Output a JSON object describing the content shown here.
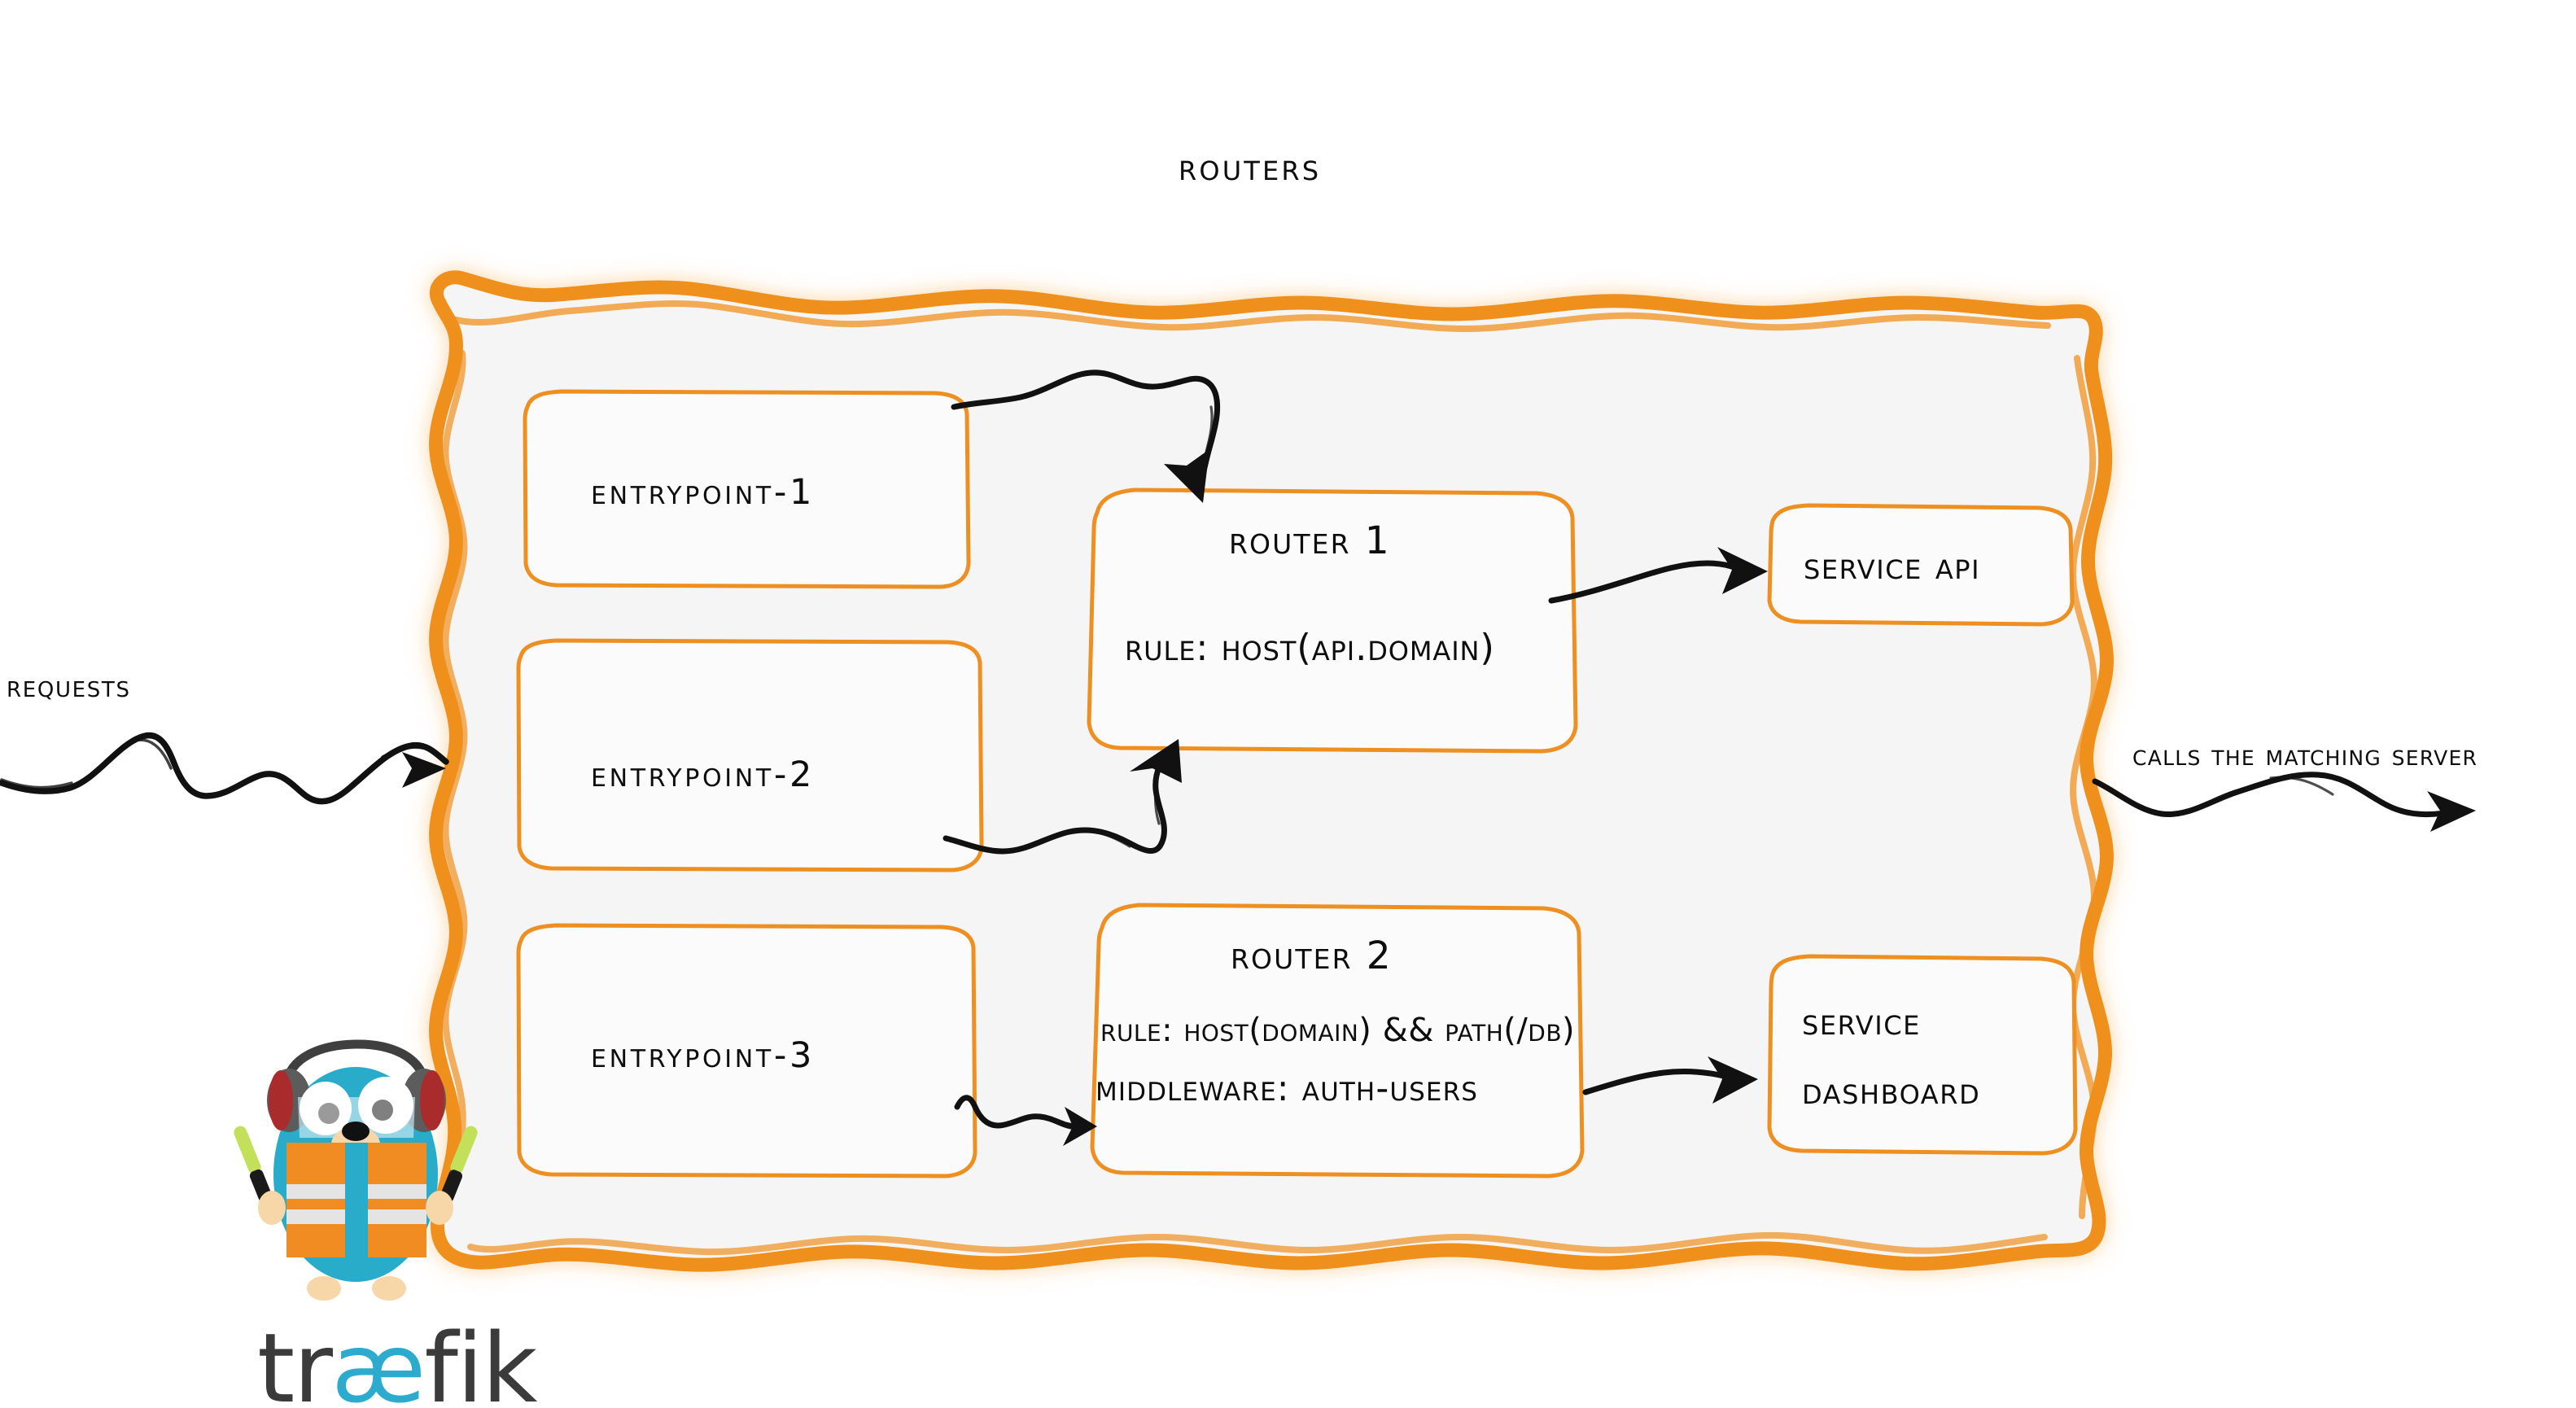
{
  "diagram": {
    "title": "Routers",
    "product": "traefik",
    "theme": {
      "frame_orange": "#F0901E",
      "box_orange": "#EE8F22",
      "canvas": "#F5F5F5",
      "box_fill": "#FBFBFB",
      "ink": "#0D0D0D",
      "logo_dark": "#3B3B3B",
      "logo_cyan": "#2CABCF",
      "gopher_blue": "#29ABCA",
      "vest_orange": "#F08C21",
      "wand_green": "#C2E05A",
      "ear_red": "#A92B2B",
      "ear_gray": "#5C5C5C",
      "muzzle_tan": "#F5CFA0"
    },
    "flow_labels": {
      "incoming": "Requests",
      "outgoing": "Calls the matching server"
    },
    "entrypoints": [
      {
        "label": "entrypoint-1"
      },
      {
        "label": "entrypoint-2"
      },
      {
        "label": "entrypoint-3"
      }
    ],
    "routers": [
      {
        "name": "Router 1",
        "rule": "rule: Host(api.domain)",
        "middleware": null
      },
      {
        "name": "Router 2",
        "rule": "rule: Host(domain) && Path(/db)",
        "middleware": "Middleware: auth-users"
      }
    ],
    "services": [
      {
        "label": "Service API",
        "lines": [
          "Service API"
        ]
      },
      {
        "label": "Service Dashboard",
        "lines": [
          "Service",
          "Dashboard"
        ]
      }
    ],
    "logo": {
      "word_part_1": "tr",
      "word_part_ae": "æ",
      "word_part_2": "fik"
    }
  }
}
